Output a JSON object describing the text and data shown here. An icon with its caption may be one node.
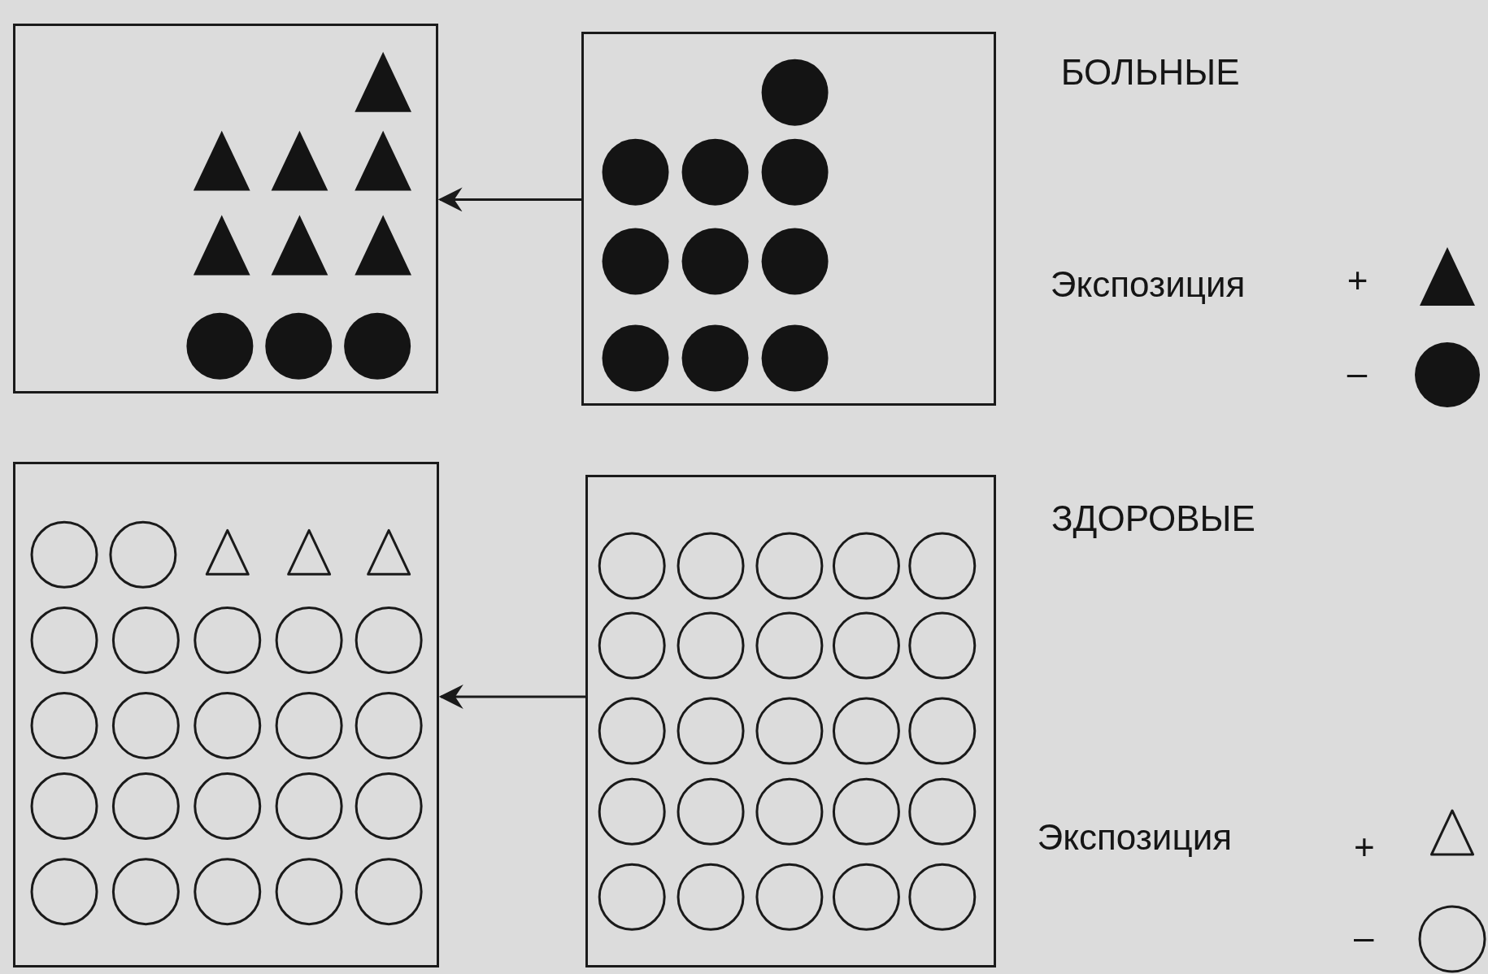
{
  "diagram": {
    "nodes": [
      {
        "text": [],
        "shape": "box"
      },
      {
        "text": [],
        "shape": "box"
      },
      {
        "text": [],
        "shape": "box"
      },
      {
        "text": [],
        "shape": "box"
      }
    ],
    "edges": [
      {
        "from": 1,
        "to": 0,
        "arrow": "to"
      },
      {
        "from": 3,
        "to": 2,
        "arrow": "to"
      }
    ],
    "labels": [
      "БОЛЬНЫЕ",
      "Экспозиция",
      "ЗДОРОВЫЕ",
      "Экспозиция"
    ],
    "legend": [
      {
        "text": "+"
      },
      {
        "text": "–"
      },
      {
        "text": "+"
      },
      {
        "text": "–"
      }
    ]
  }
}
